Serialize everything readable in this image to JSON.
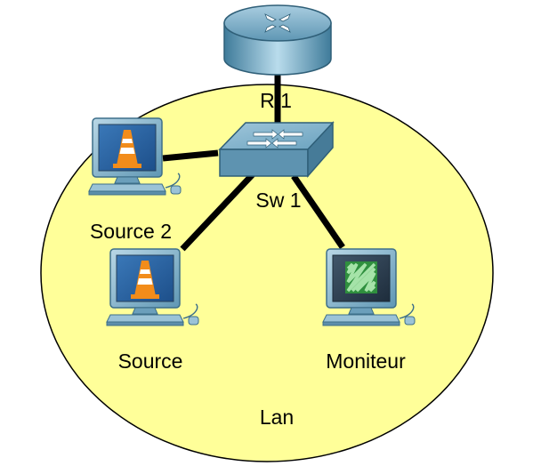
{
  "diagram": {
    "zone": {
      "label": "Lan",
      "fill_color": "#ffff99",
      "border_color": "#000000"
    },
    "link_color": "#000000",
    "nodes": {
      "router": {
        "label": "R 1",
        "icon": "router-icon"
      },
      "switch": {
        "label": "Sw 1",
        "icon": "switch-icon"
      },
      "source2": {
        "label": "Source 2",
        "icon": "pc-icon",
        "screen_app": "vlc-cone-icon"
      },
      "source": {
        "label": "Source",
        "icon": "pc-icon",
        "screen_app": "vlc-cone-icon"
      },
      "monitor": {
        "label": "Moniteur",
        "icon": "pc-icon",
        "screen_app": "ffmpeg-logo-icon"
      }
    },
    "links": [
      {
        "from": "router",
        "to": "switch"
      },
      {
        "from": "switch",
        "to": "source2"
      },
      {
        "from": "switch",
        "to": "source"
      },
      {
        "from": "switch",
        "to": "monitor"
      }
    ]
  }
}
